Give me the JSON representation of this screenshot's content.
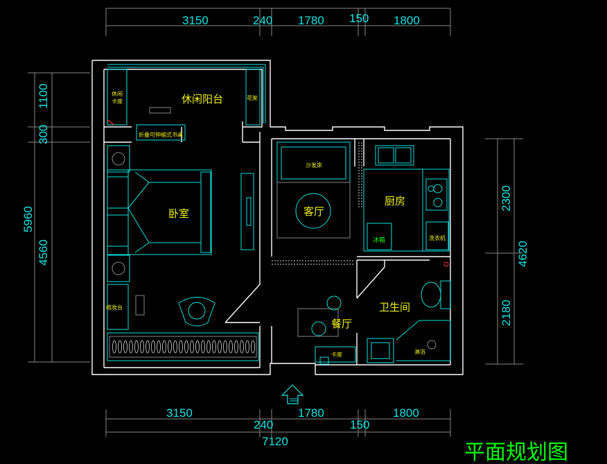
{
  "dimensions": {
    "top": [
      "3150",
      "240",
      "1780",
      "150",
      "1800"
    ],
    "bottom": [
      "3150",
      "240",
      "1780",
      "150",
      "1800"
    ],
    "bottom_total": "7120",
    "left": [
      "1100",
      "300",
      "4560"
    ],
    "left_total": "5960",
    "right": [
      "2300",
      "2180"
    ],
    "right_total": "4620"
  },
  "rooms": {
    "balcony": "休闲阳台",
    "bedroom": "卧室",
    "living": "客厅",
    "kitchen": "厨房",
    "bathroom": "卫生间",
    "dining": "餐厅"
  },
  "labels": {
    "leisure_seat_1": "休闲",
    "leisure_seat_2": "卡座",
    "flower_rack": "花架",
    "folding_desk": "折叠可伸缩式书桌",
    "sofa_bed": "沙发床",
    "fridge": "冰箱",
    "washer": "洗衣机",
    "dresser": "梳妆台",
    "booth": "卡座",
    "shower": "淋浴"
  },
  "title": "平面规划图",
  "colors": {
    "background": "#000000",
    "dimension": "#00e5e5",
    "wall": "#ffffff",
    "room_text": "#f0f000",
    "title": "#00ff00"
  }
}
